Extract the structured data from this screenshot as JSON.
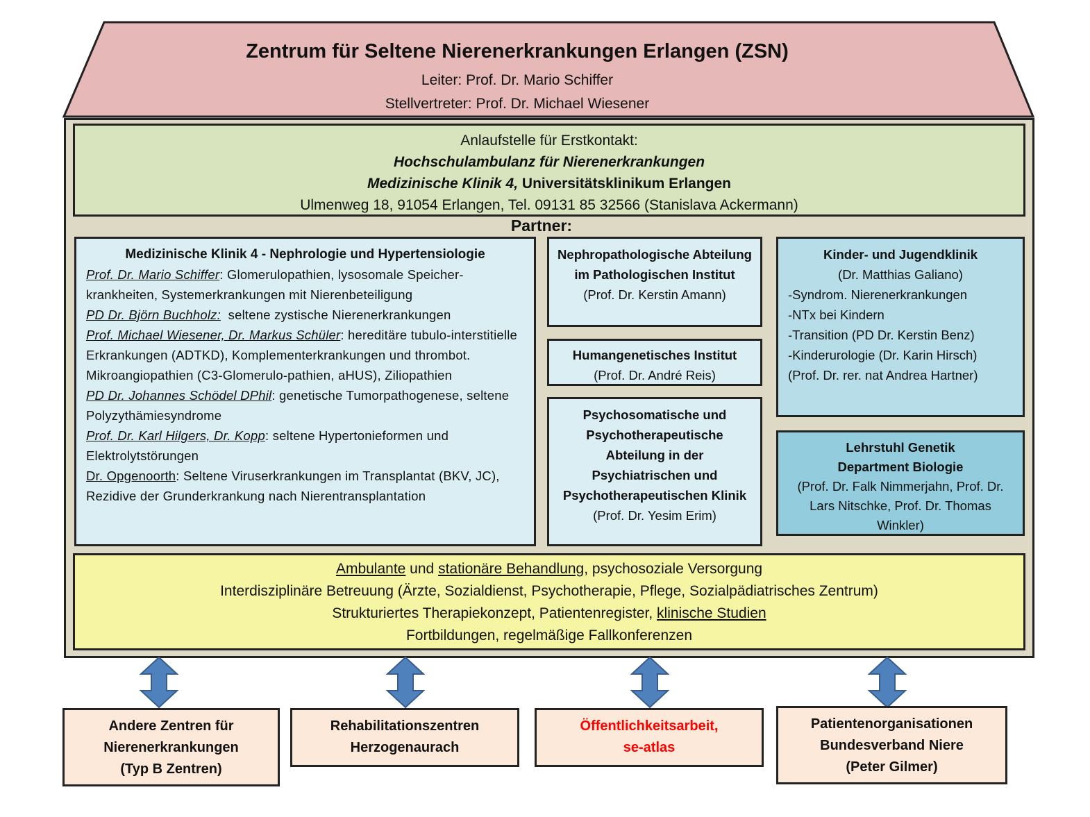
{
  "header": {
    "title": "Zentrum für Seltene Nierenerkrankungen Erlangen (ZSN)",
    "leader": "Leiter: Prof. Dr. Mario Schiffer",
    "deputy": "Stellvertreter: Prof. Dr. Michael Wiesener"
  },
  "contact": {
    "line1": "Anlaufstelle für Erstkontakt:",
    "line2": "Hochschulambulanz für Nierenerkrankungen",
    "line3_italic": "Medizinische Klinik 4,",
    "line3_rest": " Universitätsklinikum Erlangen",
    "line4": "Ulmenweg 18, 91054 Erlangen, Tel. 09131 85  32566 (Stanislava Ackermann)"
  },
  "partner_title": "Partner:",
  "med_klinik": {
    "title": "Medizinische Klinik 4 - Nephrologie und Hypertensiologie",
    "entries": [
      {
        "name": "Prof. Dr. Mario Schiffer",
        "sep": ": ",
        "text": "Glomerulopathien, lysosomale Speicher-krankheiten, Systemerkrankungen mit Nierenbeteiligung"
      },
      {
        "name": "PD Dr. Björn Buchholz:",
        "sep": "  ",
        "text": "seltene zystische Nierenerkrankungen"
      },
      {
        "name": "Prof. Michael Wiesener, Dr. Markus Schüler",
        "sep": ": ",
        "text": "hereditäre tubulo-interstitielle Erkrankungen (ADTKD), Komplementerkrankungen und thrombot. Mikroangiopathien (C3-Glomerulo-pathien, aHUS), Ziliopathien"
      },
      {
        "name": "PD Dr. Johannes Schödel DPhil",
        "sep": ": ",
        "text": "genetische Tumorpathogenese, seltene Polyzythämiesyndrome"
      },
      {
        "name": "Prof. Dr. Karl Hilgers, Dr. Kopp",
        "sep": ": ",
        "text": "seltene Hypertonieformen und Elektrolytstörungen"
      },
      {
        "name": "Dr. Opgenoorth",
        "sep": ": ",
        "text": "Seltene Viruserkrankungen im Transplantat (BKV, JC), Rezidive der Grunderkrankung nach Nierentransplantation"
      }
    ]
  },
  "nephropath": {
    "title": "Nephropathologische Abteilung im Pathologischen Institut",
    "person": "(Prof. Dr. Kerstin Amann)"
  },
  "humangen": {
    "title": "Humangenetisches Institut",
    "person": "(Prof. Dr. André Reis)"
  },
  "psycho": {
    "title": "Psychosomatische und Psychotherapeutische Abteilung in der Psychiatrischen und Psychotherapeutischen Klinik",
    "person": "(Prof. Dr. Yesim Erim)"
  },
  "kinder": {
    "title": "Kinder- und Jugendklinik",
    "person": "(Dr. Matthias Galiano)",
    "items": [
      "-Syndrom. Nierenerkrankungen",
      "-NTx bei Kindern",
      "-Transition (PD Dr. Kerstin Benz)",
      "-Kinderurologie (Dr. Karin Hirsch)",
      "(Prof. Dr. rer. nat Andrea Hartner)"
    ]
  },
  "genetik": {
    "title1": "Lehrstuhl Genetik",
    "title2": "Department Biologie",
    "persons": "(Prof. Dr. Falk Nimmerjahn, Prof. Dr. Lars Nitschke, Prof. Dr. Thomas Winkler)"
  },
  "care": {
    "l1_a": "Ambulante",
    "l1_b": " und ",
    "l1_c": "stationäre Behandlung",
    "l1_d": ", psychosoziale Versorgung",
    "l2": "Interdisziplinäre Betreuung (Ärzte, Sozialdienst, Psychotherapie, Pflege, Sozialpädiatrisches Zentrum)",
    "l3_a": "Strukturiertes Therapiekonzept, Patientenregister, ",
    "l3_b": "klinische Studien",
    "l4": "Fortbildungen, regelmäßige Fallkonferenzen"
  },
  "bottom": {
    "b1_l1": "Andere Zentren für",
    "b1_l2": "Nierenerkrankungen",
    "b1_l3": "(Typ B Zentren)",
    "b2_l1": "Rehabilitationszentren",
    "b2_l2": "Herzogenaurach",
    "b3_l1": "Öffentlichkeitsarbeit,",
    "b3_l2": "se-atlas",
    "b4_l1": "Patientenorganisationen",
    "b4_l2": "Bundesverband Niere",
    "b4_l3": "(Peter Gilmer)"
  },
  "colors": {
    "roof": "#e6b8b7",
    "house": "#ddd9c4",
    "contact": "#d7e4bd",
    "partner_light": "#daeef3",
    "partner_mid": "#b7dde8",
    "partner_dark": "#93cddd",
    "care": "#f5f5a3",
    "bottom": "#fde9d9",
    "arrow": "#4f81bd",
    "alert": "#ff0000"
  }
}
